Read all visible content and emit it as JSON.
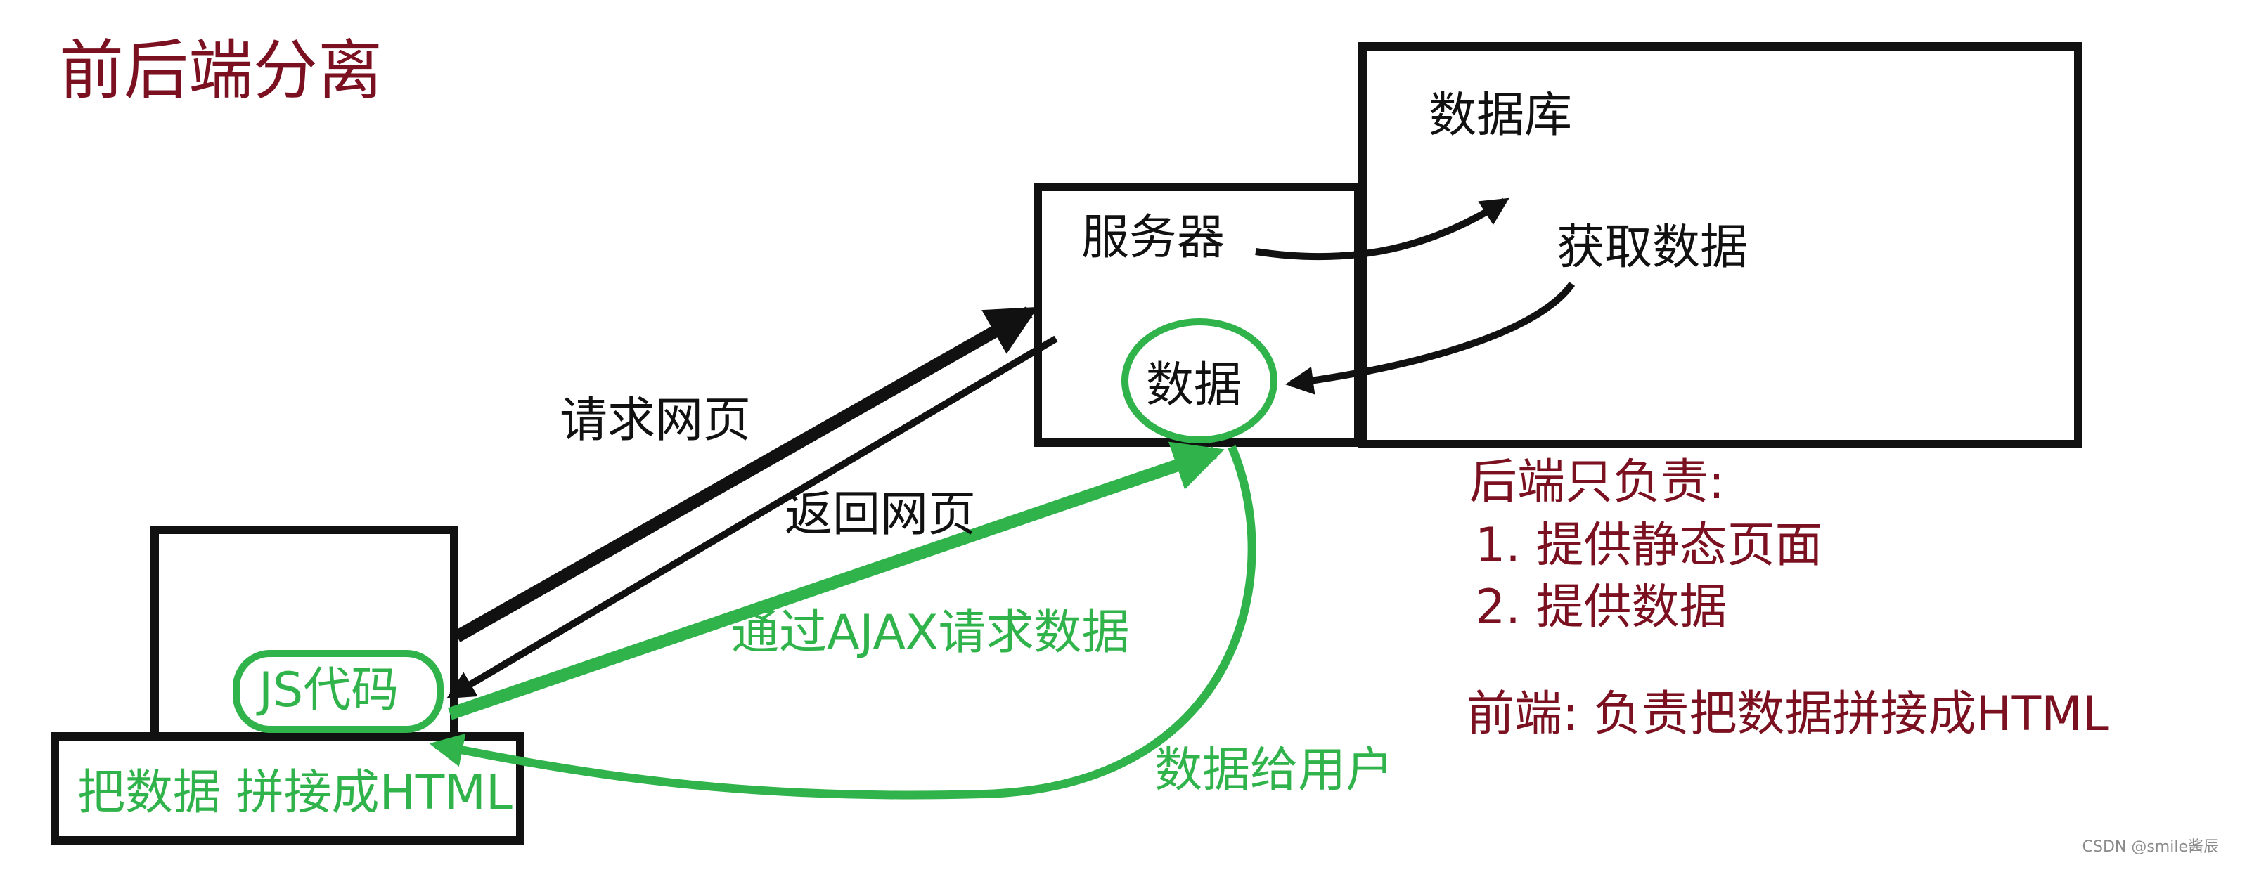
{
  "title": "前后端分离",
  "labels": {
    "database": "数据库",
    "server": "服务器",
    "get_data": "获取数据",
    "data": "数据",
    "request_page": "请求网页",
    "return_page": "返回网页",
    "ajax_request": "通过AJAX请求数据",
    "js_code": "JS代码",
    "assemble_html": "把数据 拼接成HTML",
    "data_to_user": "数据给用户"
  },
  "notes": {
    "backend_title": "后端只负责:",
    "backend_item1": "1. 提供静态页面",
    "backend_item2": "2. 提供数据",
    "frontend": "前端: 负责把数据拼接成HTML"
  },
  "credit": "CSDN @smile酱辰",
  "colors": {
    "ink": "#111111",
    "green": "#2fb34a",
    "red": "#7a1020"
  }
}
